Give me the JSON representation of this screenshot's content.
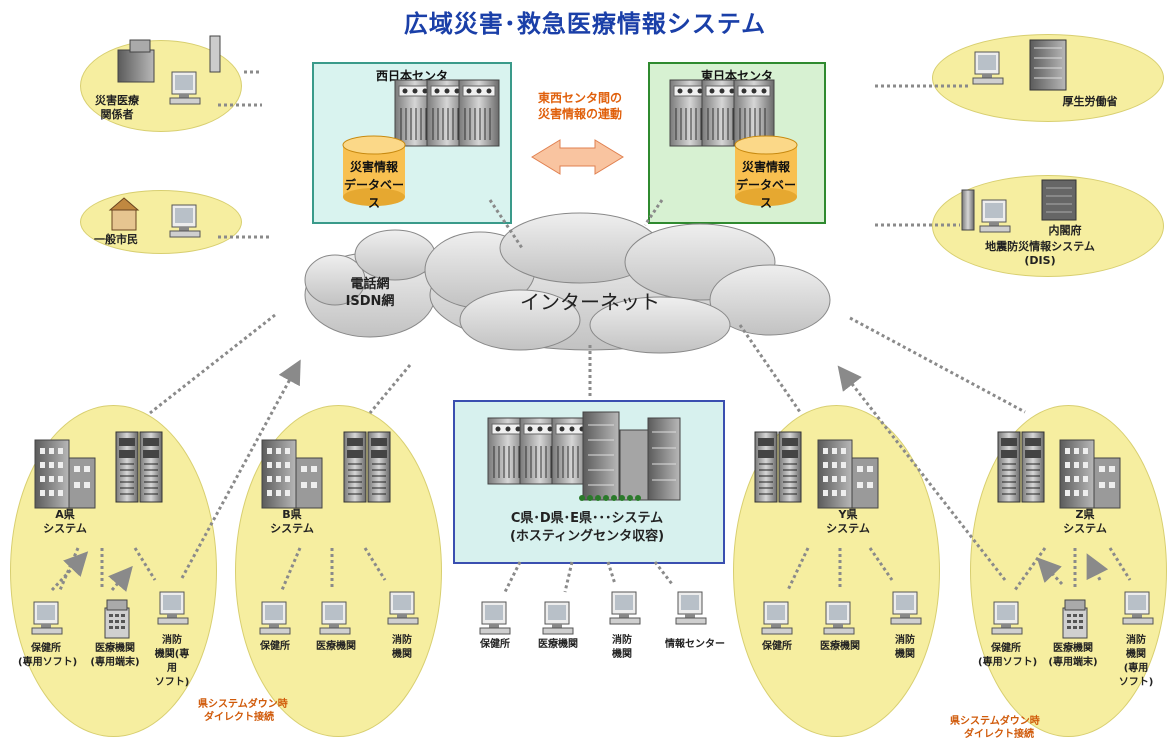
{
  "title": "広域災害･救急医療情報システム",
  "west_center": {
    "title": "西日本センタ",
    "db_line1": "災害情報",
    "db_line2": "データベース"
  },
  "east_center": {
    "title": "東日本センタ",
    "db_line1": "災害情報",
    "db_line2": "データベース"
  },
  "link_label": {
    "line1": "東西センタ間の",
    "line2": "災害情報の連動"
  },
  "internet": "インターネット",
  "phone_net": {
    "line1": "電話網",
    "line2": "ISDN網"
  },
  "left_top_group": {
    "line1": "災害医療",
    "line2": "関係者"
  },
  "left_mid_group": "一般市民",
  "right_top_group": "厚生労働省",
  "right_mid_group": {
    "cabinet": "内閣府",
    "line1": "地震防災情報システム",
    "line2": "(DIS)"
  },
  "prefectures": {
    "a": {
      "line1": "A県",
      "line2": "システム"
    },
    "b": {
      "line1": "B県",
      "line2": "システム"
    },
    "y": {
      "line1": "Y県",
      "line2": "システム"
    },
    "z": {
      "line1": "Z県",
      "line2": "システム"
    }
  },
  "hosting": {
    "line1": "C県･D県･E県･･･システム",
    "line2": "(ホスティングセンタ収容)"
  },
  "terminals": {
    "hokenjo": "保健所",
    "hokenjo_soft": "(専用ソフト)",
    "iryo": "医療機関",
    "iryo_term": "(専用端末)",
    "shobo1": "消防",
    "shobo2": "機関",
    "shobo_a": "消防\n機関(専\n用\nソフト)",
    "shobo_z": "消防\n機関\n(専用\nソフト)",
    "joho": "情報センター"
  },
  "dialup_note": {
    "line1": "県システムダウン時",
    "line2": "ダイレクト接続"
  },
  "colors": {
    "title": "#1a3fa8",
    "ellipse": "#f6eea0",
    "west_bg": "#d9f3ef",
    "east_bg": "#d7f1d2",
    "hosting_bg": "#d7f1ee",
    "db": "#f8c050",
    "accent_orange": "#e0600c",
    "cloud": "#dcdcdc"
  }
}
